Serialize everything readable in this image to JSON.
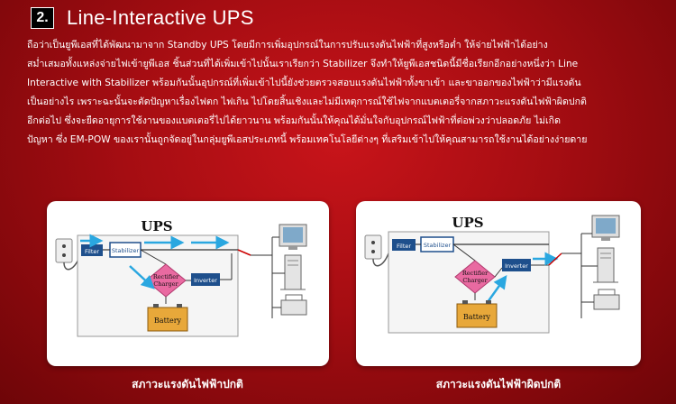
{
  "header": {
    "number": "2.",
    "title": "Line-Interactive UPS"
  },
  "body_lines": [
    "ถือว่าเป็นยูพีเอสที่ได้พัฒนามาจาก Standby UPS โดยมีการเพิ่มอุปกรณ์ในการปรับแรงดันไฟฟ้าที่สูงหรือต่ำ ให้จ่ายไฟฟ้าได้อย่าง",
    "สม่ำเสมอทั้งแหล่งจ่ายไฟเข้ายูพีเอส ชิ้นส่วนที่ได้เพิ่มเข้าไปนั้นเราเรียกว่า Stabilizer จึงทำให้ยูพีเอสชนิดนี้มีชื่อเรียกอีกอย่างหนึ่งว่า Line",
    "Interactive with Stabilizer พร้อมกันนั้นอุปกรณ์ที่เพิ่มเข้าไปนี้ยังช่วยตรวจสอบแรงดันไฟฟ้าทั้งขาเข้า และขาออกของไฟฟ้าว่ามีแรงดัน",
    "เป็นอย่างไร เพราะฉะนั้นจะตัดปัญหาเรื่องไฟตก ไฟเกิน ไปโดยสิ้นเชิงและไม่มีเหตุการณ์ใช้ไฟจากแบตเตอรี่จากสภาวะแรงดันไฟฟ้าผิดปกติ",
    "อีกต่อไป ซึ่งจะยืดอายุการใช้งานของแบตเตอรี่ไปได้ยาวนาน พร้อมกันนั้นให้คุณได้มั่นใจกับอุปกรณ์ไฟฟ้าที่ต่อพ่วงว่าปลอดภัย ไม่เกิด",
    "ปัญหา ซึ่ง EM-POW ของเรานั้นถูกจัดอยู่ในกลุ่มยูพีเอสประเภทนี้ พร้อมเทคโนโลยีต่างๆ ที่เสริมเข้าไปให้คุณสามารถใช้งานได้อย่างง่ายดาย"
  ],
  "diagrams": [
    {
      "title": "UPS",
      "filter_label": "Filter",
      "stabilizer_label": "Stabilizer",
      "rectifier_label_1": "Rectifier",
      "rectifier_label_2": "Charger",
      "inverter_label": "Inverter",
      "battery_label": "Battery",
      "caption": "สภาวะแรงดันไฟฟ้าปกติ"
    },
    {
      "title": "UPS",
      "filter_label": "Filter",
      "stabilizer_label": "Stabilizer",
      "rectifier_label_1": "Rectifier",
      "rectifier_label_2": "Charger",
      "inverter_label": "Inverter",
      "battery_label": "Battery",
      "caption": "สภาวะแรงดันไฟฟ้าผิดปกติ"
    }
  ],
  "colors": {
    "background": "#b3101a",
    "flow_arrow": "#2aa7e0",
    "filter_box": "#1e4f8c",
    "battery": "#e8a83a",
    "rectifier": "#e96aa1"
  }
}
